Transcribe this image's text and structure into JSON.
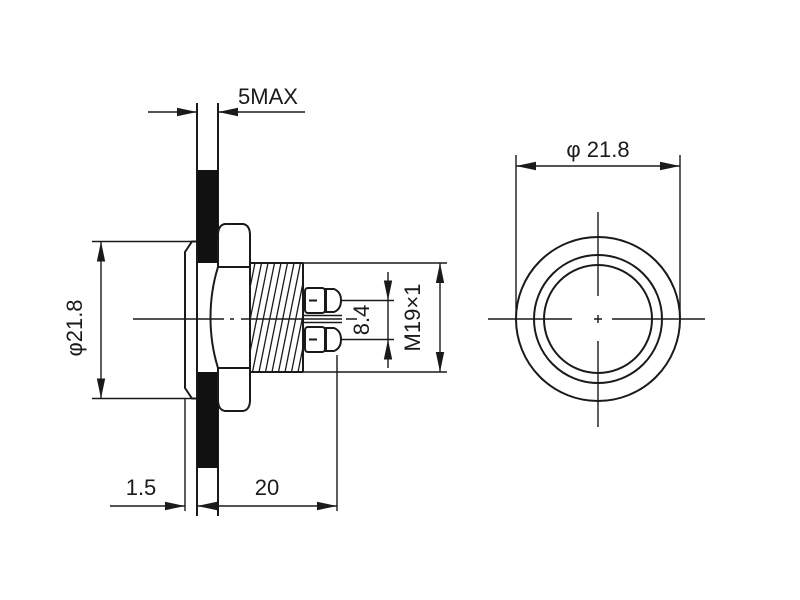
{
  "drawing": {
    "kind": "technical dimension drawing",
    "views": {
      "side_view": "side section view of panel-mount component",
      "front_view": "front view of round bezel"
    }
  },
  "dimensions": {
    "panel_thickness_max": "5MAX",
    "head_diameter": "φ21.8",
    "bezel_protrusion": "1.5",
    "body_length": "20",
    "terminal_spacing": "8.4",
    "thread_spec": "M19×1",
    "front_diameter": "φ 21.8"
  },
  "colors": {
    "line": "#1a1a1a",
    "section_fill": "#111111",
    "background": "#ffffff"
  }
}
